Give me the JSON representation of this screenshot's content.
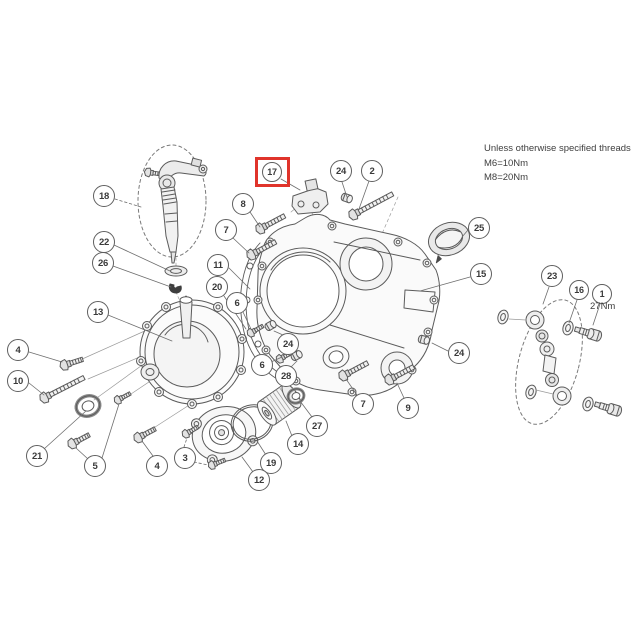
{
  "note": {
    "line1": "Unless otherwise specified threads",
    "line2": "M6=10Nm",
    "line3": "M8=20Nm"
  },
  "torque_label": "27Nm",
  "highlight": {
    "color": "#e0342b",
    "highlighted_callout": "17"
  },
  "line_color": "#5b5b5b",
  "callouts": [
    {
      "label": "18"
    },
    {
      "label": "22"
    },
    {
      "label": "26"
    },
    {
      "label": "13"
    },
    {
      "label": "4"
    },
    {
      "label": "10"
    },
    {
      "label": "21"
    },
    {
      "label": "5"
    },
    {
      "label": "4"
    },
    {
      "label": "3"
    },
    {
      "label": "17"
    },
    {
      "label": "8"
    },
    {
      "label": "7"
    },
    {
      "label": "11"
    },
    {
      "label": "20"
    },
    {
      "label": "6"
    },
    {
      "label": "24"
    },
    {
      "label": "6"
    },
    {
      "label": "28"
    },
    {
      "label": "27"
    },
    {
      "label": "14"
    },
    {
      "label": "19"
    },
    {
      "label": "12"
    },
    {
      "label": "24"
    },
    {
      "label": "2"
    },
    {
      "label": "25"
    },
    {
      "label": "15"
    },
    {
      "label": "23"
    },
    {
      "label": "16"
    },
    {
      "label": "1"
    },
    {
      "label": "24"
    },
    {
      "label": "7"
    },
    {
      "label": "9"
    }
  ]
}
